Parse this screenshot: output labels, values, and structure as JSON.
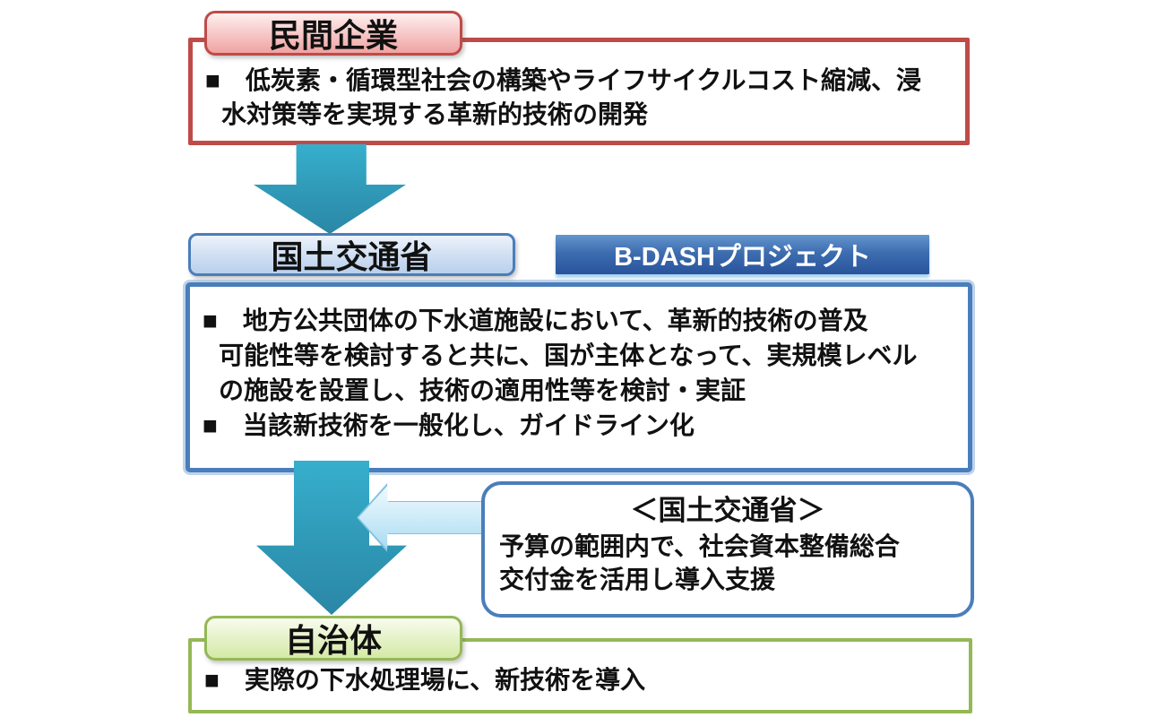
{
  "colors": {
    "red_border": "#BE4B48",
    "blue_border": "#4A7EBB",
    "green_border": "#94B856",
    "teal_arrow": "#2F98B6",
    "light_blue_arrow": "#A6D9F1",
    "bdash_badge": "#28539B"
  },
  "private_box": {
    "badge": "民間企業",
    "lines": [
      "■　低炭素・循環型社会の構築やライフサイクルコスト縮減、浸",
      "水対策等を実現する革新的技術の開発"
    ]
  },
  "mlit_box": {
    "badge": "国土交通省",
    "project_badge": "B-DASHプロジェクト",
    "lines": [
      "■　地方公共団体の下水道施設において、革新的技術の普及",
      "可能性等を検討すると共に、国が主体となって、実規模レベル",
      "の施設を設置し、技術の適用性等を検討・実証",
      "■　当該新技術を一般化し、ガイドライン化"
    ]
  },
  "support_box": {
    "title": "＜国土交通省＞",
    "lines": [
      "予算の範囲内で、社会資本整備総合",
      "交付金を活用し導入支援"
    ]
  },
  "municipality_box": {
    "badge": "自治体",
    "lines": [
      "■　実際の下水処理場に、新技術を導入"
    ]
  }
}
